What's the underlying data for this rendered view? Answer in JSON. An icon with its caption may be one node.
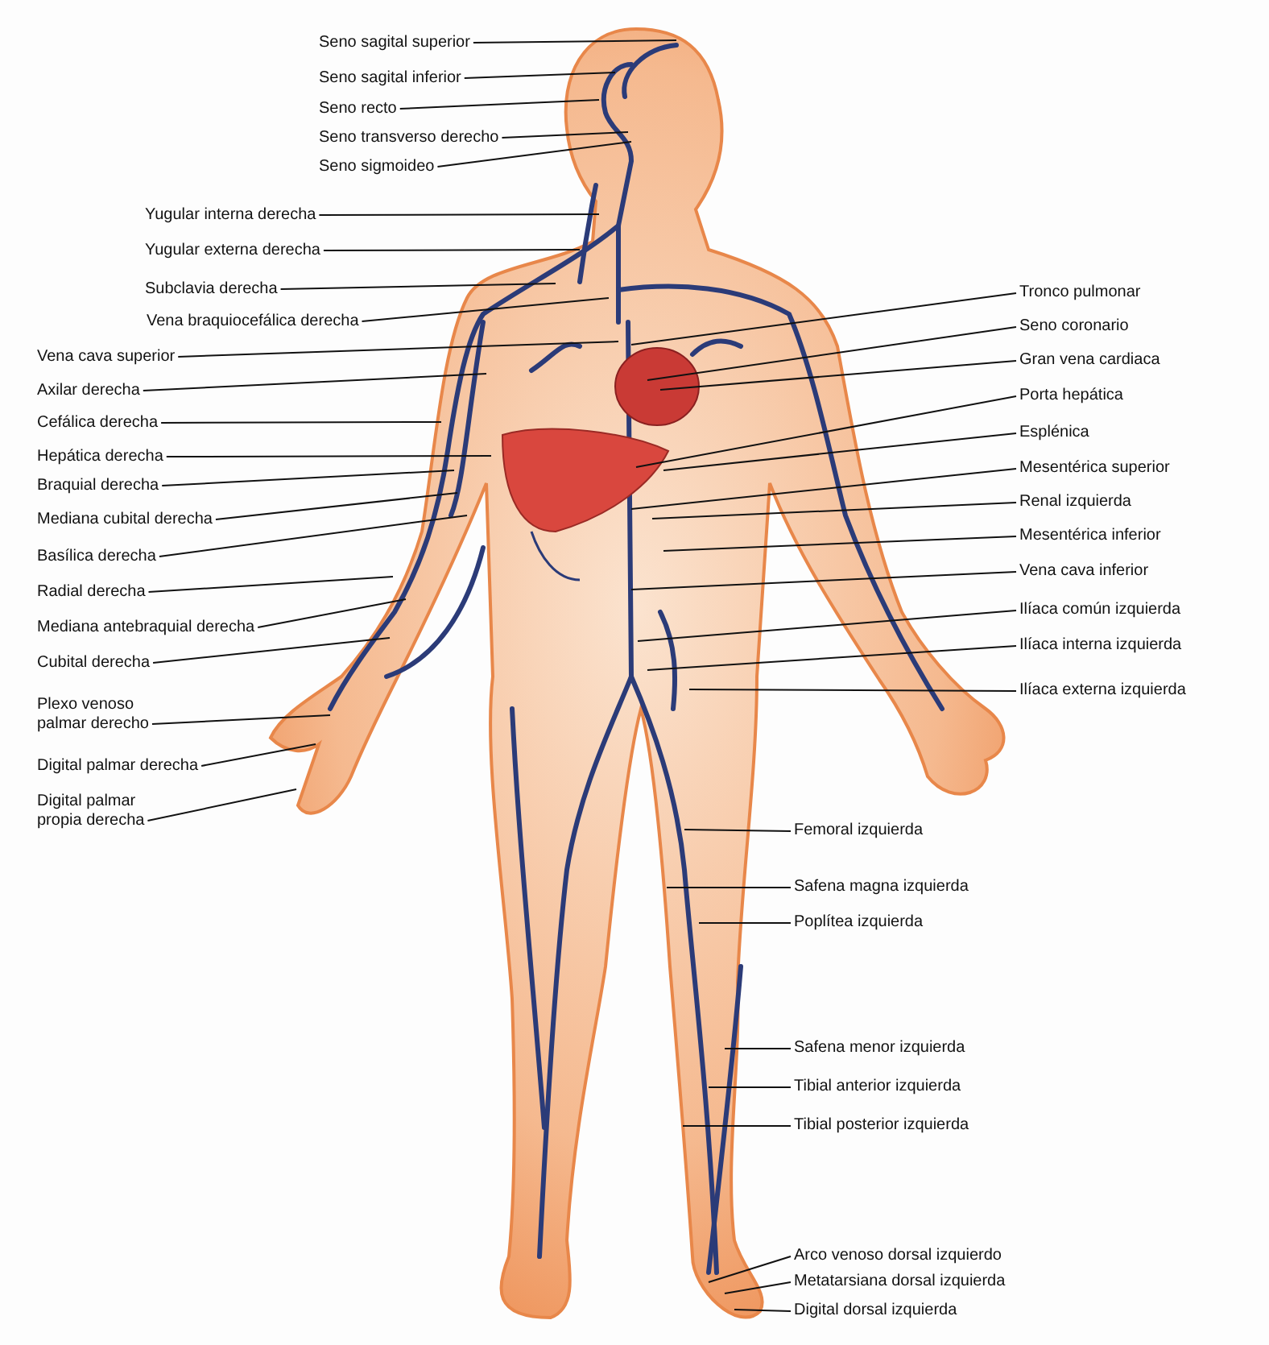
{
  "diagram": {
    "nodes": [
      {
        "text": [
          "Seno sagital superior"
        ]
      },
      {
        "text": [
          "Seno sagital inferior"
        ]
      },
      {
        "text": [
          "Seno recto"
        ]
      },
      {
        "text": [
          "Seno transverso derecho"
        ]
      },
      {
        "text": [
          "Seno sigmoideo"
        ]
      },
      {
        "text": [
          "Yugular interna derecha"
        ]
      },
      {
        "text": [
          "Yugular externa derecha"
        ]
      },
      {
        "text": [
          "Subclavia derecha"
        ]
      },
      {
        "text": [
          "Vena braquiocefálica derecha"
        ]
      },
      {
        "text": [
          "Vena cava superior"
        ]
      },
      {
        "text": [
          "Axilar derecha"
        ]
      },
      {
        "text": [
          "Cefálica derecha"
        ]
      },
      {
        "text": [
          "Hepática derecha"
        ]
      },
      {
        "text": [
          "Braquial derecha"
        ]
      },
      {
        "text": [
          "Mediana cubital derecha"
        ]
      },
      {
        "text": [
          "Basílica derecha"
        ]
      },
      {
        "text": [
          "Radial derecha"
        ]
      },
      {
        "text": [
          "Mediana antebraquial derecha"
        ]
      },
      {
        "text": [
          "Cubital derecha"
        ]
      },
      {
        "text": [
          "Plexo venoso palmar derecho"
        ]
      },
      {
        "text": [
          "Digital palmar derecha"
        ]
      },
      {
        "text": [
          "Digital palmar propia derecha"
        ]
      },
      {
        "text": [
          "Tronco pulmonar"
        ]
      },
      {
        "text": [
          "Seno coronario"
        ]
      },
      {
        "text": [
          "Gran vena cardiaca"
        ]
      },
      {
        "text": [
          "Porta hepática"
        ]
      },
      {
        "text": [
          "Esplénica"
        ]
      },
      {
        "text": [
          "Mesentérica superior"
        ]
      },
      {
        "text": [
          "Renal izquierda"
        ]
      },
      {
        "text": [
          "Mesentérica inferior"
        ]
      },
      {
        "text": [
          "Vena cava inferior"
        ]
      },
      {
        "text": [
          "Ilíaca común izquierda"
        ]
      },
      {
        "text": [
          "Ilíaca interna izquierda"
        ]
      },
      {
        "text": [
          "Ilíaca externa izquierda"
        ]
      },
      {
        "text": [
          "Femoral izquierda"
        ]
      },
      {
        "text": [
          "Safena magna izquierda"
        ]
      },
      {
        "text": [
          "Poplítea izquierda"
        ]
      },
      {
        "text": [
          "Safena menor izquierda"
        ]
      },
      {
        "text": [
          "Tibial anterior izquierda"
        ]
      },
      {
        "text": [
          "Tibial posterior izquierda"
        ]
      },
      {
        "text": [
          "Arco venoso dorsal izquierdo"
        ]
      },
      {
        "text": [
          "Metatarsiana dorsal izquierda"
        ]
      },
      {
        "text": [
          "Digital dorsal izquierda"
        ]
      }
    ],
    "edges": [
      {
        "from": 0,
        "to": null,
        "arrow": "none"
      },
      {
        "from": 1,
        "to": null,
        "arrow": "none"
      },
      {
        "from": 2,
        "to": null,
        "arrow": "none"
      },
      {
        "from": 3,
        "to": null,
        "arrow": "none"
      },
      {
        "from": 4,
        "to": null,
        "arrow": "none"
      },
      {
        "from": 5,
        "to": null,
        "arrow": "none"
      },
      {
        "from": 6,
        "to": null,
        "arrow": "none"
      },
      {
        "from": 7,
        "to": null,
        "arrow": "none"
      },
      {
        "from": 8,
        "to": null,
        "arrow": "none"
      },
      {
        "from": 9,
        "to": null,
        "arrow": "none"
      },
      {
        "from": 10,
        "to": null,
        "arrow": "none"
      },
      {
        "from": 11,
        "to": null,
        "arrow": "none"
      },
      {
        "from": 12,
        "to": null,
        "arrow": "none"
      },
      {
        "from": 13,
        "to": null,
        "arrow": "none"
      },
      {
        "from": 14,
        "to": null,
        "arrow": "none"
      },
      {
        "from": 15,
        "to": null,
        "arrow": "none"
      },
      {
        "from": 16,
        "to": null,
        "arrow": "none"
      },
      {
        "from": 17,
        "to": null,
        "arrow": "none"
      },
      {
        "from": 18,
        "to": null,
        "arrow": "none"
      },
      {
        "from": 19,
        "to": null,
        "arrow": "none"
      },
      {
        "from": 20,
        "to": null,
        "arrow": "none"
      },
      {
        "from": 21,
        "to": null,
        "arrow": "none"
      },
      {
        "from": 22,
        "to": null,
        "arrow": "none"
      },
      {
        "from": 23,
        "to": null,
        "arrow": "none"
      },
      {
        "from": 24,
        "to": null,
        "arrow": "none"
      },
      {
        "from": 25,
        "to": null,
        "arrow": "none"
      },
      {
        "from": 26,
        "to": null,
        "arrow": "none"
      },
      {
        "from": 27,
        "to": null,
        "arrow": "none"
      },
      {
        "from": 28,
        "to": null,
        "arrow": "none"
      },
      {
        "from": 29,
        "to": null,
        "arrow": "none"
      },
      {
        "from": 30,
        "to": null,
        "arrow": "none"
      },
      {
        "from": 31,
        "to": null,
        "arrow": "none"
      },
      {
        "from": 32,
        "to": null,
        "arrow": "none"
      },
      {
        "from": 33,
        "to": null,
        "arrow": "none"
      },
      {
        "from": 34,
        "to": null,
        "arrow": "none"
      },
      {
        "from": 35,
        "to": null,
        "arrow": "none"
      },
      {
        "from": 36,
        "to": null,
        "arrow": "none"
      },
      {
        "from": 37,
        "to": null,
        "arrow": "none"
      },
      {
        "from": 38,
        "to": null,
        "arrow": "none"
      },
      {
        "from": 39,
        "to": null,
        "arrow": "none"
      },
      {
        "from": 40,
        "to": null,
        "arrow": "none"
      },
      {
        "from": 41,
        "to": null,
        "arrow": "none"
      },
      {
        "from": 42,
        "to": null,
        "arrow": "none"
      }
    ]
  }
}
